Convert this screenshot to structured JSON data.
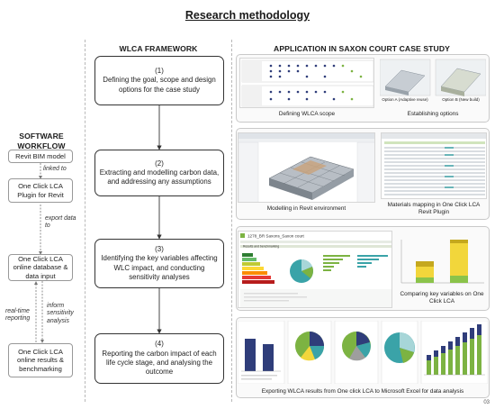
{
  "title": "Research methodology",
  "columns": {
    "software": "SOFTWARE\nWORKFLOW",
    "framework": "WLCA FRAMEWORK",
    "application": "APPLICATION IN SAXON COURT CASE STUDY"
  },
  "software_workflow": {
    "boxes": [
      "Revit BIM model",
      "One Click LCA Plugin for Revit",
      "One Click LCA online database & data input",
      "One Click LCA online results & benchmarking"
    ],
    "links": [
      "linked to",
      "export data to",
      "inform sensitivity analysis",
      "real-time reporting"
    ]
  },
  "framework_steps": [
    {
      "num": "(1)",
      "text": "Defining the goal, scope and design options for the case study"
    },
    {
      "num": "(2)",
      "text": "Extracting and modelling carbon data, and addressing any assumptions"
    },
    {
      "num": "(3)",
      "text": "Identifying the key variables affecting WLC impact, and conducting sensitivity analyses"
    },
    {
      "num": "(4)",
      "text": "Reporting the carbon impact of each life cycle stage, and analysing the outcome"
    }
  ],
  "captions": {
    "scope": "Defining WLCA scope",
    "options": "Establishing options",
    "revit": "Modelling in Revit environment",
    "mapping": "Materials mapping in One Click LCA Revit Plugin",
    "compare": "Comparing key variables on One Click LCA",
    "export": "Exporting WLCA results from One click LCA to Microsoft Excel for data analysis"
  },
  "thumb_labels": {
    "option_a": "Option A (Adaptive reuse)",
    "option_b": "Option B (New build)",
    "lca_project": "1278_BR Saxons_Saxon court",
    "lca_header": "Results and benchmarking"
  },
  "colors": {
    "accent_green": "#7cb342",
    "teal": "#3aa3a8",
    "yellow": "#f2d63b",
    "navy": "#2f3d7a"
  },
  "page_number": "03"
}
